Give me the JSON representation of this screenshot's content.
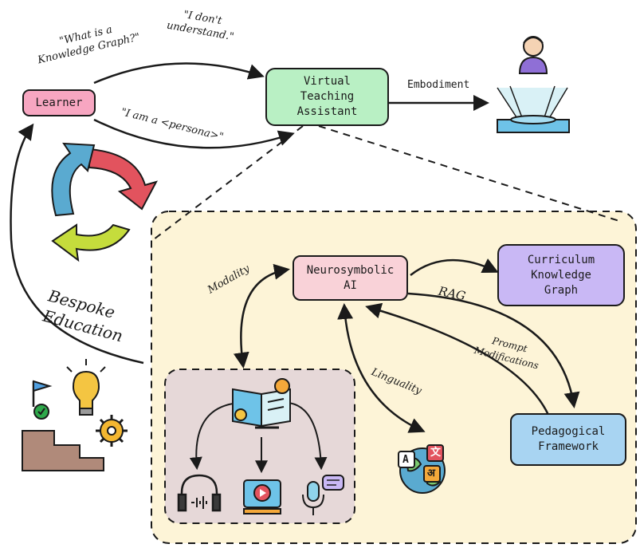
{
  "nodes": {
    "learner": "Learner",
    "vta": "Virtual\nTeaching\nAssistant",
    "nsai": "Neurosymbolic\nAI",
    "ckg": "Curriculum\nKnowledge\nGraph",
    "pedagogical": "Pedagogical\nFramework"
  },
  "labels": {
    "quote_kg": "\"What is a\nKnowledge Graph?\"",
    "quote_understand": "\"I don't\nunderstand.\"",
    "quote_persona": "\"I am a <persona>\"",
    "embodiment": "Embodiment",
    "modality": "Modality",
    "rag": "RAG",
    "prompt_mod": "Prompt\nModifications",
    "linguality": "Linguality",
    "bespoke": "Bespoke\nEducation"
  },
  "translate_glyphs": {
    "a": "A",
    "b": "文",
    "c": "अ"
  },
  "colors": {
    "learner": "#f7a6c1",
    "vta": "#b9f0c4",
    "nsai": "#f9d2d8",
    "ckg": "#c9b8f5",
    "pedagogical": "#a8d4f2",
    "panel": "#fdf4d7",
    "media_panel": "#e6d8d8",
    "cycle_red": "#e2535e",
    "cycle_blue": "#5aaad0",
    "cycle_yellow": "#c5dc3c"
  },
  "icons": [
    "avatar-hologram-icon",
    "cycle-arrows-icon",
    "stairs-goal-icon",
    "lightbulb-icon",
    "gear-icon",
    "book-icon",
    "headphones-icon",
    "video-player-icon",
    "microphone-icon",
    "globe-translate-icon"
  ]
}
